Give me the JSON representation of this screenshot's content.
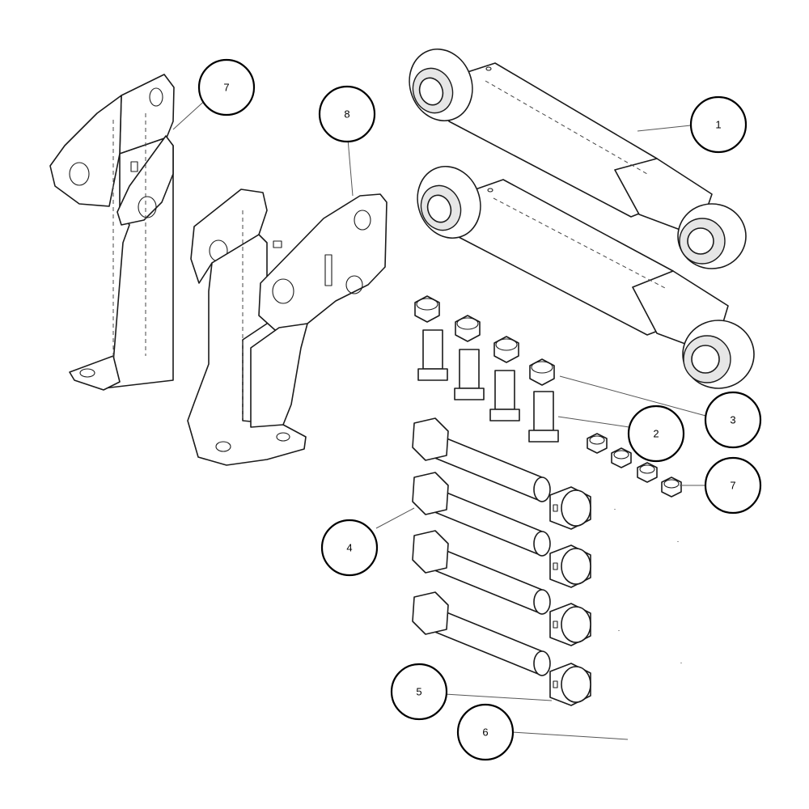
{
  "callouts": [
    {
      "id": "c7a",
      "label": "7"
    },
    {
      "id": "c8",
      "label": "8"
    },
    {
      "id": "c1",
      "label": "1"
    },
    {
      "id": "c3",
      "label": "3"
    },
    {
      "id": "c2",
      "label": "2"
    },
    {
      "id": "c7b",
      "label": "7"
    },
    {
      "id": "c4",
      "label": "4"
    },
    {
      "id": "c5",
      "label": "5"
    },
    {
      "id": "c6",
      "label": "6"
    }
  ]
}
